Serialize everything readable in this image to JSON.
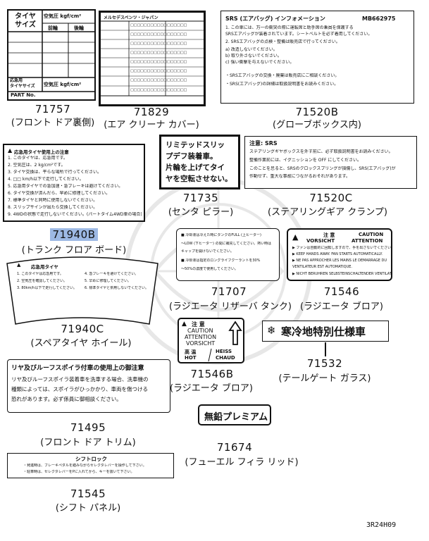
{
  "labels": [
    {
      "id": "71757",
      "part_no": "71757",
      "caption": "(フロント ドア裏側)",
      "tire_left_label": "タイヤ\nサイズ",
      "pressure_label": "空気圧 kgf/cm²",
      "front_label": "前輪",
      "rear_label": "後輪",
      "load_label": "応急用\nタイヤサイズ",
      "load_pressure_label": "空気圧 kgf/cm²",
      "part_label": "PART No."
    },
    {
      "id": "71829",
      "part_no": "71829",
      "caption": "(エア クリーナ カバー)",
      "header": "メルセデスベンツ・ジャパン",
      "lines": [
        "□□□□□□□□□□□□□□□□□",
        "□□□□□□□□□□□□□□□□□",
        "□□□□□□□□□□□□□□□□□",
        "□□□□□□□□□□□□□□□□□",
        "□□□□□□□□□□□□□□□□□",
        "□□□□□□□□□□□□□□□□□",
        "□□□□□□□□□□□□□□□□□",
        "□□□□□□□□□□□□□□□□□"
      ]
    },
    {
      "id": "71520B",
      "part_no": "71520B",
      "caption": "(グローブボックス内)",
      "title": "SRS (エアバッグ) インフォメーション",
      "code": "MB662975",
      "lines": [
        "1. この車には、万一の衝突の際に運転席と助手席の乗員を保護する",
        "   SRSエアバッグが装着されています。シートベルトを必ず着用してください。",
        "2. SRSエアバッグの点検・整備は販売店で行ってください。",
        "   a) 改造しないでください。",
        "   b) 取り外さないでください。",
        "   c) 強い衝撃を与えないでください。",
        "・SRSエアバッグの交換・廃棄は販売店にご相談ください。",
        "・SRS(エアバッグ)の詳細は取扱説明書をお読みください。"
      ]
    },
    {
      "id": "71940B",
      "part_no": "71940B",
      "caption": "(トランク フロア ボード)",
      "title": "応急用タイヤ使用上の注意",
      "lines": [
        "1. このタイヤは、応急用です。",
        "2. 空気圧は、2 kg/cm²です。",
        "3. タイヤ交換は、平らな場所で行ってください。",
        "4. □□ km/h以下で走行してください。",
        "5. 応急用タイヤでの急加速・急ブレーキは避けてください。",
        "6. タイヤ交換が済んだら、早めに修理してください。",
        "7. 標準タイヤと同時に使用しないでください。",
        "8. スリップサインが出たら交換してください。",
        "9. 4WDの状態で走行しないでください。(パートタイム4WD車の場合)"
      ]
    },
    {
      "id": "71735",
      "part_no": "71735",
      "caption": "(センタ ピラー)",
      "lines": [
        "リミテッドスリッ",
        "プデフ装着車。",
        "片輪を上げてタイ",
        "ヤを空転させない。"
      ]
    },
    {
      "id": "71520C",
      "part_no": "71520C",
      "caption": "(ステアリングギア クランプ)",
      "title": "注意: SRS",
      "lines": [
        "ステアリングギヤボックスを外す前に、必ず取扱説明書をお読みください。",
        "整備作業前には、イグニッションを OFF にしてください。",
        "このことを怠ると、SRSのクロックスプリングが損傷し、SRS(エアバッグ)が",
        "作動せず、重大な事故につながるおそれがあります。"
      ]
    },
    {
      "id": "71940C",
      "part_no": "71940C",
      "caption": "(スペアタイヤ ホイール)",
      "title": "応急用タイヤ",
      "lines": [
        "1. このタイヤは応急用です。",
        "2. 空気圧を確認してください。",
        "3. 80km/h以下で走行してください。",
        "4. 急ブレーキを避けてください。",
        "5. 早めに修理してください。",
        "6. 標準タイヤと併用しないでください。"
      ]
    },
    {
      "id": "71707",
      "part_no": "71707",
      "caption": "(ラジエータ リザーバ タンク)",
      "lines": [
        "■ 冷却液は冷えた時にタンクのFULL (上ヒーター)",
        "～LOW (下ヒーター) の間に補充してください。熱い時は",
        "  キャップを開けないでください。",
        "■ 冷却液は指定のロングライフクーラントを30%",
        "  ～50%の濃度で使用してください。"
      ]
    },
    {
      "id": "71546",
      "part_no": "71546",
      "caption": "(ラジエータ ブロア)",
      "head_jp": "注 意",
      "head_en": "CAUTION",
      "head_fr": "VORSICHT",
      "head_de": "ATTENTION",
      "lines": [
        "▶ ファンは自動的に回転しますので、手を出さないでください。",
        "▶ KEEP HANDS AWAY. FAN STARTS AUTOMATICALLY.",
        "▶ NE PAS APPROCHER LES MAINS LE DEMARRAGE DU",
        "   VENTILATEUR EST AUTOMATIQUE.",
        "▶ NICHT BERUHREN SELBSTEINSCHALTENDER VENTILATOR."
      ]
    },
    {
      "id": "71546B",
      "part_no": "71546B",
      "caption": "(ラジエータ ブロア)",
      "head_jp": "注 意",
      "lines": [
        "CAUTION",
        "ATTENTION",
        "VORSICHT"
      ],
      "hot_jp": "高 温",
      "hot_en": "HOT",
      "heiss": "HEISS",
      "chaud": "CHAUD"
    },
    {
      "id": "71532",
      "part_no": "71532",
      "caption": "(テールゲート ガラス)",
      "text": "寒冷地特別仕様車"
    },
    {
      "id": "71495",
      "part_no": "71495",
      "caption": "(フロント ドア トリム)",
      "title": "リヤ及びルーフスポイラ付車の使用上の御注意",
      "lines": [
        "リヤ及びルーフスポイラ装着車を洗車する場合、洗車機の",
        "種類によっては、スポイラがひっかかり、車両を傷つける",
        "恐れがあります。必ず係員に御相談ください。"
      ]
    },
    {
      "id": "71674",
      "part_no": "71674",
      "caption": "(フューエル フィラ リッド)",
      "text": "無鉛プレミアム"
    },
    {
      "id": "71545",
      "part_no": "71545",
      "caption": "(シフト パネル)",
      "title": "シフトロック",
      "lines": [
        "・発進時は、ブレーキペダルを踏みながらセレクタレバーを操作して下さい。",
        "・駐車時は、セレクタレバーをPに入れてから、キーを抜いて下さい。"
      ]
    }
  ],
  "figure_code": "3R24H09",
  "colors": {
    "highlight": "#9db9e4",
    "ink": "#111111"
  }
}
